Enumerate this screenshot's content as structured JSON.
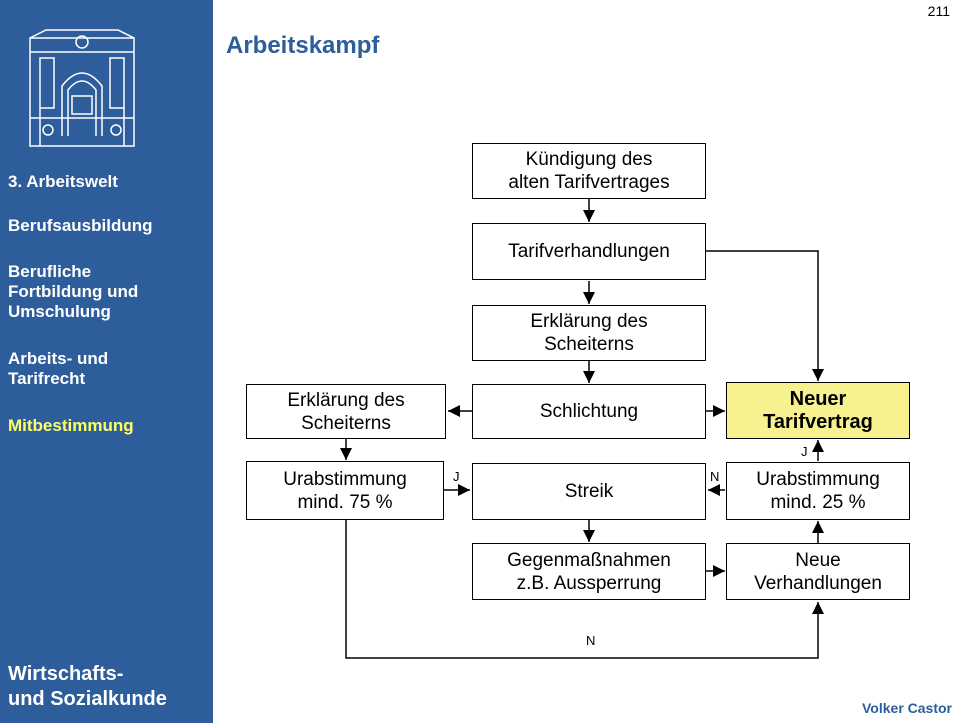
{
  "header": {
    "title": "Arbeitskampf",
    "page_number": "211"
  },
  "sidebar": {
    "items": [
      {
        "label": "3. Arbeitswelt",
        "active": false
      },
      {
        "label": "Berufsausbildung",
        "active": false
      },
      {
        "label": "Berufliche\nFortbildung und\nUmschulung",
        "active": false
      },
      {
        "label": "Arbeits- und\nTarifrecht",
        "active": false
      },
      {
        "label": "Mitbestimmung",
        "active": true
      }
    ],
    "footer": "Wirtschafts-\nund Sozialkunde",
    "logo_icon": "building-facade-icon"
  },
  "footer": {
    "author": "Volker Castor"
  },
  "diagram": {
    "nodes": {
      "kuendigung": "Kündigung des\nalten Tarifvertrages",
      "tarifverhandlungen": "Tarifverhandlungen",
      "erklaerung_center": "Erklärung des\nScheiterns",
      "schlichtung": "Schlichtung",
      "erklaerung_left": "Erklärung des\nScheiterns",
      "neuer_tarifvertrag": "Neuer\nTarifvertrag",
      "urabstimmung_left": "Urabstimmung\nmind. 75 %",
      "streik": "Streik",
      "urabstimmung_right": "Urabstimmung\nmind. 25 %",
      "gegenmassnahmen": "Gegenmaßnahmen\nz.B. Aussperrung",
      "neue_verhandlungen": "Neue\nVerhandlungen"
    },
    "edge_labels": {
      "ja_left": "J",
      "nein_right": "N",
      "ja_right": "J",
      "nein_bottom": "N"
    },
    "colors": {
      "highlight": "#f7f18f",
      "sidebar": "#2d5d9b",
      "active_nav": "#ffff66"
    }
  }
}
